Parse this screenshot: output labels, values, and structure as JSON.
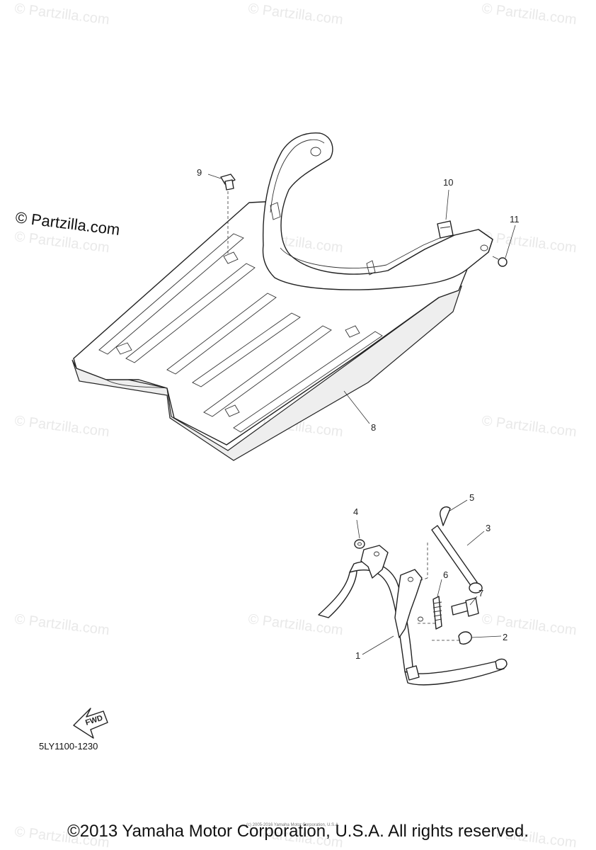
{
  "watermark": {
    "text": "© Partzilla.com"
  },
  "partzilla_mark": "© Partzilla.com",
  "callouts": {
    "c1": "1",
    "c2": "2",
    "c3": "3",
    "c4": "4",
    "c5": "5",
    "c6": "6",
    "c7": "7",
    "c8": "8",
    "c9": "9",
    "c10": "10",
    "c11": "11"
  },
  "fwd_label": "FWD",
  "diagram_code": "5LY1100-1230",
  "copyright": "©2013 Yamaha Motor Corporation, U.S.A. All rights reserved.",
  "tiny_credit": "(c) 2005-2016 Yamaha Motor Corporation, U.S.A."
}
